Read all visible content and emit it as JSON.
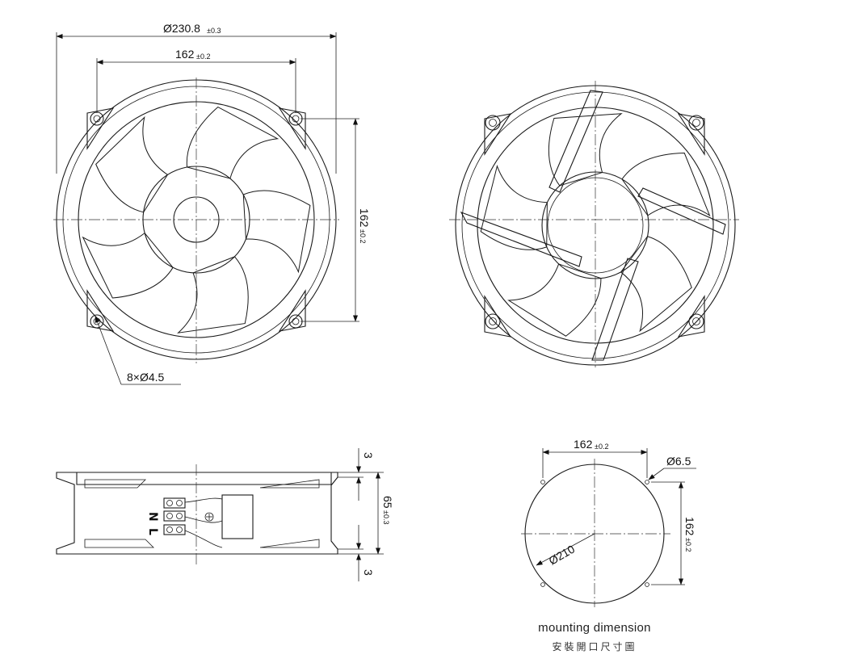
{
  "front_view": {
    "outer_diameter": "Ø230.8",
    "outer_diameter_tol": "±0.3",
    "hole_spacing_h": "162",
    "hole_spacing_h_tol": "±0.2",
    "hole_spacing_v": "162",
    "hole_spacing_v_tol": "±0.2",
    "holes": "8×Ø4.5"
  },
  "side_view": {
    "flange_top": "3",
    "flange_bottom": "3",
    "depth": "65",
    "depth_tol": "±0.3",
    "terminal_n": "N",
    "terminal_l": "L"
  },
  "mounting": {
    "spacing_h": "162",
    "spacing_h_tol": "±0.2",
    "spacing_v": "162",
    "spacing_v_tol": "±0.2",
    "hole_dia": "Ø6.5",
    "cutout_dia": "Ø210",
    "caption_en": "mounting dimension",
    "caption_zh": "安裝開口尺寸圖"
  },
  "colors": {
    "line": "#1a1a1a",
    "background": "#ffffff"
  }
}
